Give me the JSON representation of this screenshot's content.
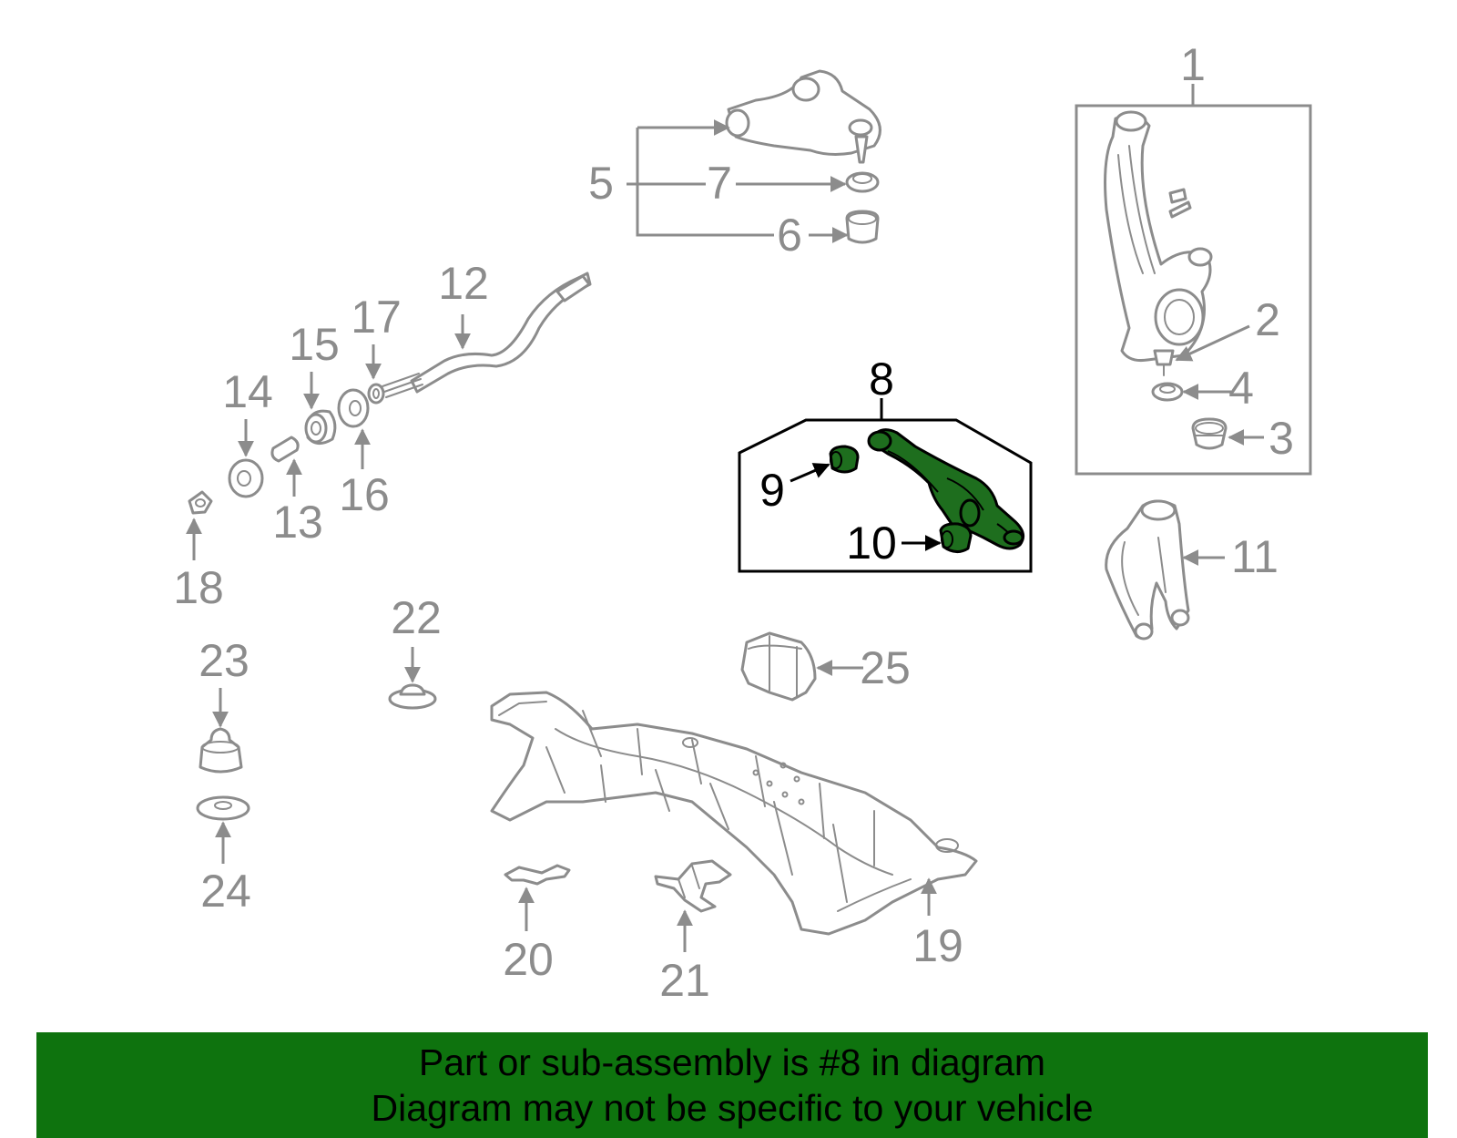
{
  "callouts": {
    "c1": "1",
    "c2": "2",
    "c3": "3",
    "c4": "4",
    "c5": "5",
    "c6": "6",
    "c7": "7",
    "c8": "8",
    "c9": "9",
    "c10": "10",
    "c11": "11",
    "c12": "12",
    "c13": "13",
    "c14": "14",
    "c15": "15",
    "c16": "16",
    "c17": "17",
    "c18": "18",
    "c19": "19",
    "c20": "20",
    "c21": "21",
    "c22": "22",
    "c23": "23",
    "c24": "24",
    "c25": "25"
  },
  "highlighted_part": "8",
  "banner": {
    "line1": "Part or sub-assembly is #8 in diagram",
    "line2": "Diagram may not be specific to your vehicle"
  },
  "colors": {
    "highlight": "#1e6e1e",
    "banner": "#0e730e",
    "callout": "#8c8c8c",
    "callout_highlighted": "#000000"
  }
}
